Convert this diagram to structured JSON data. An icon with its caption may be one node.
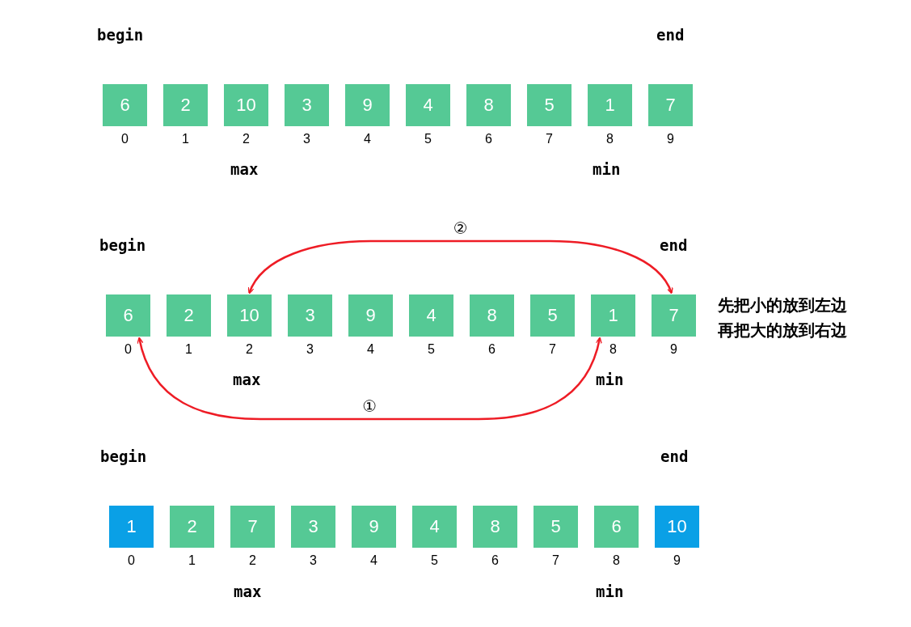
{
  "diagram": {
    "nodes": [
      {
        "text": [
          "6"
        ],
        "beside": [
          "0"
        ]
      },
      {
        "text": [
          "2"
        ],
        "beside": [
          "1"
        ]
      },
      {
        "text": [
          "10"
        ],
        "beside": [
          "2"
        ]
      },
      {
        "text": [
          "3"
        ],
        "beside": [
          "3"
        ]
      },
      {
        "text": [
          "9"
        ],
        "beside": [
          "4"
        ]
      },
      {
        "text": [
          "4"
        ],
        "beside": [
          "5"
        ]
      },
      {
        "text": [
          "8"
        ],
        "beside": [
          "6"
        ]
      },
      {
        "text": [
          "5"
        ],
        "beside": [
          "7"
        ]
      },
      {
        "text": [
          "1"
        ],
        "beside": [
          "8"
        ]
      },
      {
        "text": [
          "7"
        ],
        "beside": [
          "9"
        ]
      },
      {
        "text": [
          "6"
        ],
        "beside": [
          "0"
        ]
      },
      {
        "text": [
          "2"
        ],
        "beside": [
          "1"
        ]
      },
      {
        "text": [
          "10"
        ],
        "beside": [
          "2"
        ]
      },
      {
        "text": [
          "3"
        ],
        "beside": [
          "3"
        ]
      },
      {
        "text": [
          "9"
        ],
        "beside": [
          "4"
        ]
      },
      {
        "text": [
          "4"
        ],
        "beside": [
          "5"
        ]
      },
      {
        "text": [
          "8"
        ],
        "beside": [
          "6"
        ]
      },
      {
        "text": [
          "5"
        ],
        "beside": [
          "7"
        ]
      },
      {
        "text": [
          "1"
        ],
        "beside": [
          "8"
        ]
      },
      {
        "text": [
          "7"
        ],
        "beside": [
          "9"
        ]
      },
      {
        "text": [
          "1"
        ],
        "beside": [
          "0"
        ]
      },
      {
        "text": [
          "2"
        ],
        "beside": [
          "1"
        ]
      },
      {
        "text": [
          "7"
        ],
        "beside": [
          "2"
        ]
      },
      {
        "text": [
          "3"
        ],
        "beside": [
          "3"
        ]
      },
      {
        "text": [
          "9"
        ],
        "beside": [
          "4"
        ]
      },
      {
        "text": [
          "4"
        ],
        "beside": [
          "5"
        ]
      },
      {
        "text": [
          "8"
        ],
        "beside": [
          "6"
        ]
      },
      {
        "text": [
          "5"
        ],
        "beside": [
          "7"
        ]
      },
      {
        "text": [
          "6"
        ],
        "beside": [
          "8"
        ]
      },
      {
        "text": [
          "10"
        ],
        "beside": [
          "9"
        ]
      }
    ],
    "edges": [
      {
        "from": 10,
        "to": 18,
        "arrow": "both",
        "label": "①"
      },
      {
        "from": 12,
        "to": 19,
        "arrow": "both",
        "label": "②"
      }
    ],
    "labels": [
      "begin",
      "end",
      "max",
      "min",
      "begin",
      "end",
      "先把小的放到左边",
      "再把大的放到右边",
      "max",
      "min",
      "begin",
      "end",
      "max",
      "min"
    ]
  }
}
